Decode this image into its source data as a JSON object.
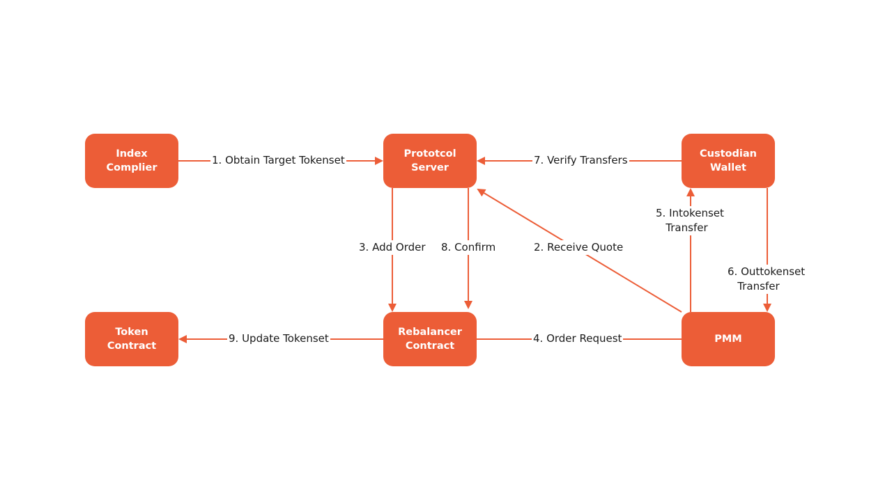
{
  "colors": {
    "node_fill": "#ec5d37",
    "edge": "#ec5d37",
    "label_text": "#1a1a1a",
    "background": "#ffffff"
  },
  "nodes": {
    "index_compiler": "Index Complier",
    "protocol_server": "Prototcol\nServer",
    "custodian_wallet": "Custodian\nWallet",
    "token_contract": "Token Contract",
    "rebalancer_contract": "Rebalancer\nContract",
    "pmm": "PMM"
  },
  "edges": {
    "obtain_target_tokenset": "1. Obtain Target Tokenset",
    "receive_quote": "2. Receive Quote",
    "add_order": "3. Add Order",
    "order_request": "4. Order Request",
    "intokenset_transfer": "5. Intokenset\n   Transfer",
    "outtokenset_transfer": "6. Outtokenset\n   Transfer",
    "verify_transfers": "7. Verify Transfers",
    "confirm": "8. Confirm",
    "update_tokenset": "9. Update Tokenset"
  }
}
